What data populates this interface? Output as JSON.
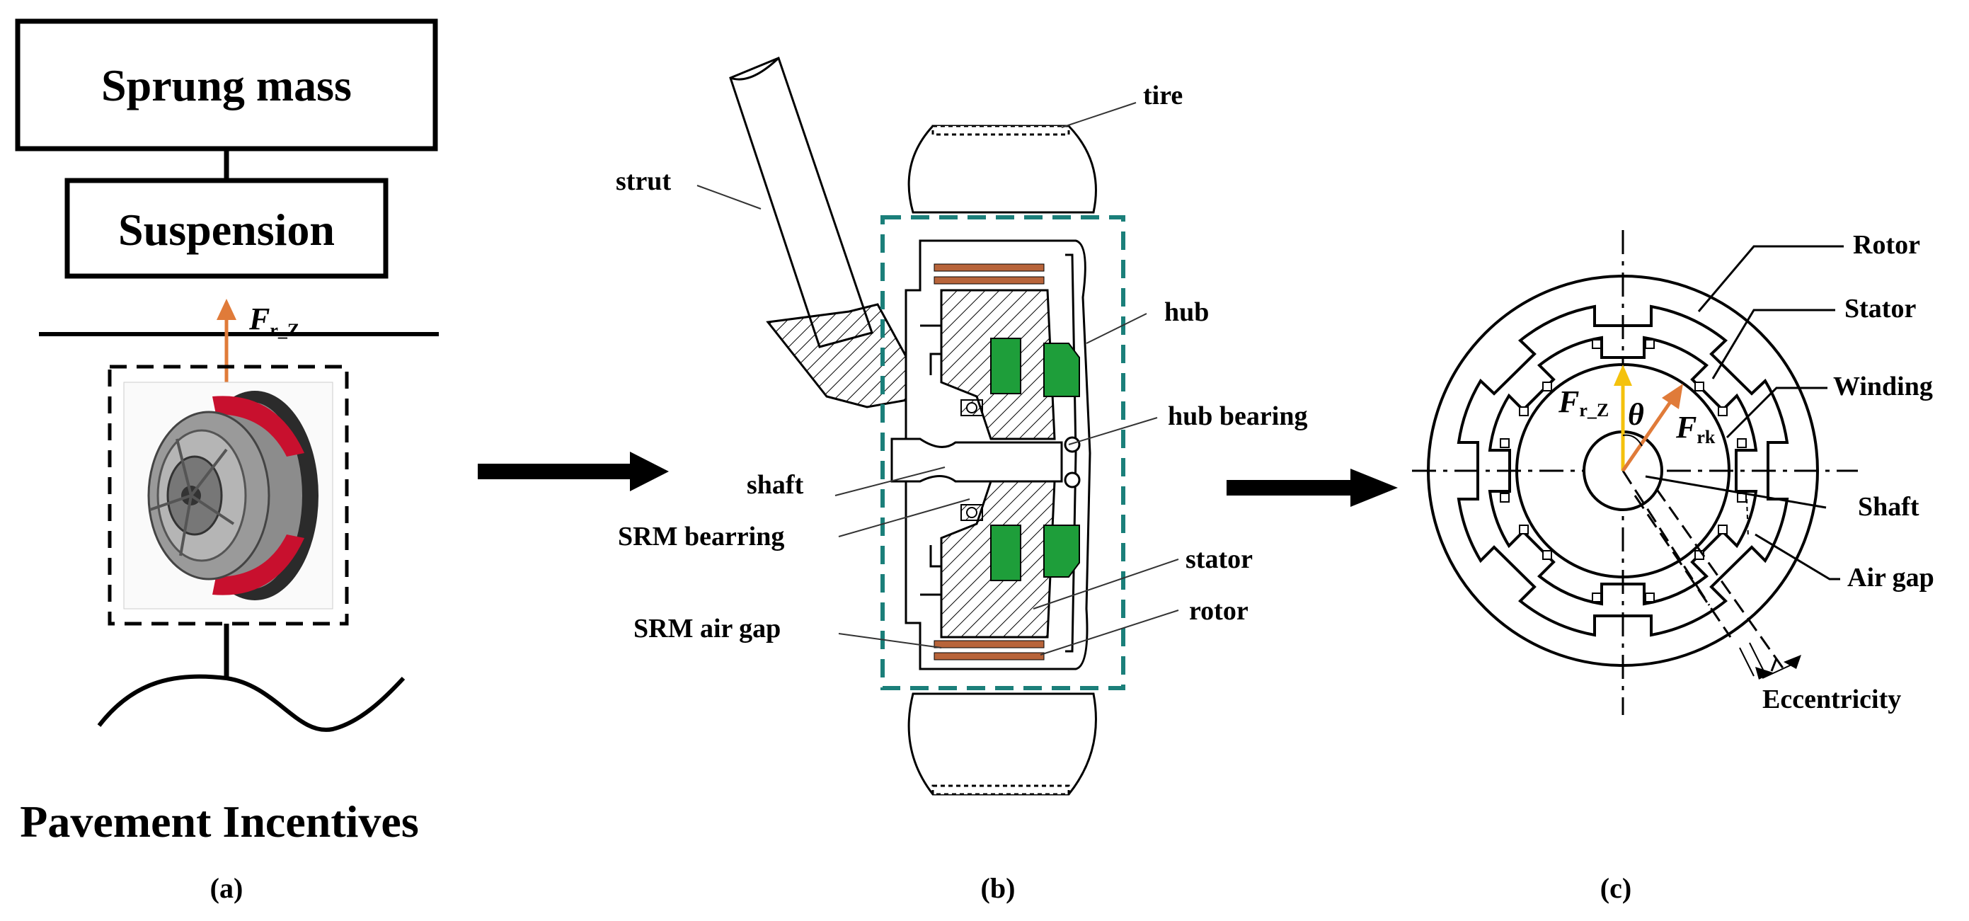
{
  "panel_a": {
    "sprung_mass": "Sprung mass",
    "suspension": "Suspension",
    "force_symbol": "F",
    "force_subscript": "r_Z",
    "pavement": "Pavement Incentives",
    "caption": "(a)"
  },
  "panel_b": {
    "labels": {
      "tire": "tire",
      "strut": "strut",
      "hub": "hub",
      "hub_bearing": "hub bearing",
      "shaft": "shaft",
      "srm_bearing": "SRM bearring",
      "stator": "stator",
      "srm_air_gap": "SRM air gap",
      "rotor": "rotor"
    },
    "caption": "(b)"
  },
  "panel_c": {
    "labels": {
      "rotor": "Rotor",
      "stator": "Stator",
      "winding": "Winding",
      "shaft": "Shaft",
      "air_gap": "Air gap",
      "eccentricity": "Eccentricity"
    },
    "force_z_symbol": "F",
    "force_z_subscript": "r_Z",
    "theta": "θ",
    "force_k_symbol": "F",
    "force_k_subscript": "rk",
    "caption": "(c)"
  },
  "colors": {
    "force_arrow_orange": "#E07B39",
    "force_arrow_yellow": "#F4C20D",
    "dashed_box_teal": "#1B7F7A",
    "motor_green": "#1E9E3A",
    "rotor_brown": "#B8643A"
  }
}
